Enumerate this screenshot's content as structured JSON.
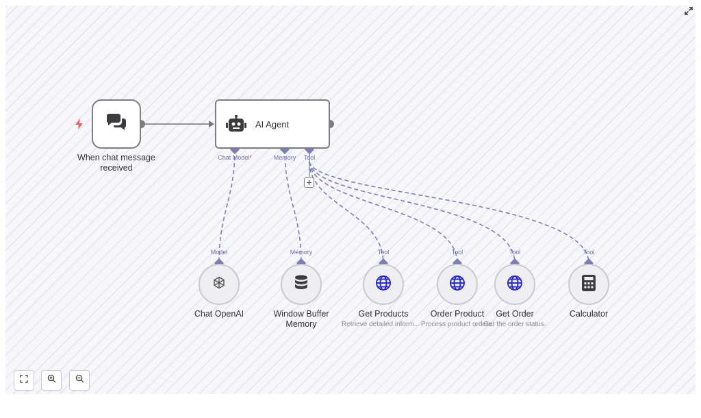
{
  "trigger_node": {
    "title": "When chat message received",
    "icon": "chat-bubbles-icon",
    "trigger_icon": "lightning-bolt-icon",
    "trigger_color": "#ef5d5d"
  },
  "agent_node": {
    "title": "AI Agent",
    "icon": "robot-icon",
    "ports": {
      "chat_model": "Chat Model",
      "required_mark": "*",
      "memory": "Memory",
      "tool": "Tool"
    }
  },
  "sub_nodes": [
    {
      "title": "Chat OpenAI",
      "port": "Model",
      "subtitle": "",
      "icon": "openai-icon"
    },
    {
      "title": "Window Buffer Memory",
      "port": "Memory",
      "subtitle": "",
      "icon": "database-icon"
    },
    {
      "title": "Get Products",
      "port": "Tool",
      "subtitle": "Retrieve detailed inform...",
      "icon": "globe-icon"
    },
    {
      "title": "Order Product",
      "port": "Tool",
      "subtitle": "Process product orders.",
      "icon": "globe-icon"
    },
    {
      "title": "Get Order",
      "port": "Tool",
      "subtitle": "Get the order status.",
      "icon": "globe-icon"
    },
    {
      "title": "Calculator",
      "port": "Tool",
      "subtitle": "",
      "icon": "calculator-icon"
    }
  ],
  "controls": [
    "fit-view-icon",
    "zoom-in-icon",
    "zoom-out-icon"
  ],
  "colors": {
    "edge": "#7c7eb4",
    "port": "#7c7eb4",
    "globe": "#2b2ec9",
    "node_border": "#7e7e80"
  }
}
